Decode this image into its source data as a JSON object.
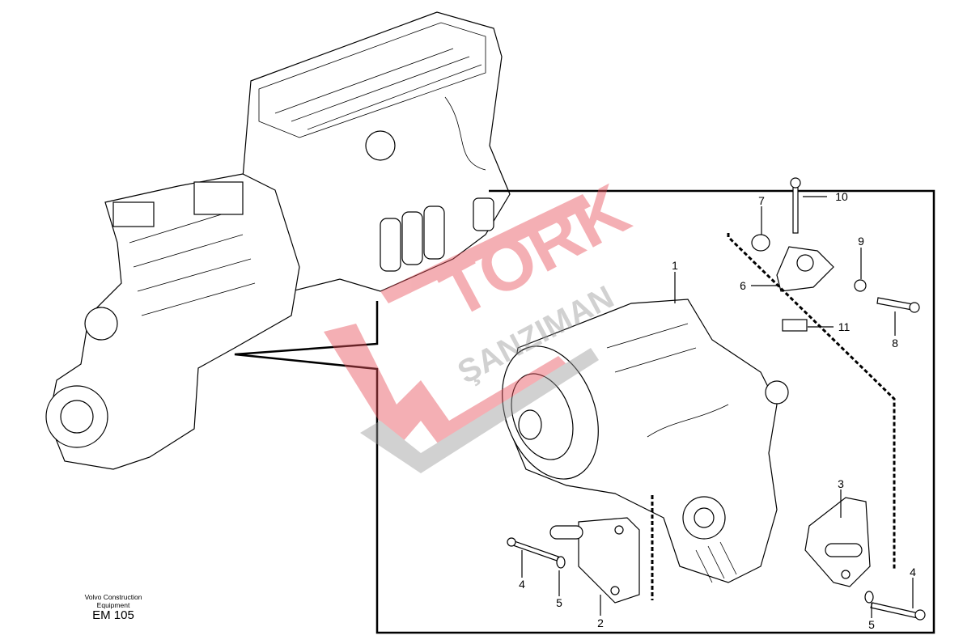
{
  "diagram": {
    "publisher_line1": "Volvo Construction",
    "publisher_line2": "Equipment",
    "code": "EM 105",
    "watermark": {
      "brand": "TORK",
      "sub": "ŞANZIMAN",
      "color": "#e8505a",
      "sub_color": "#9a9a9a"
    },
    "callouts": [
      {
        "id": "c1",
        "text": "1"
      },
      {
        "id": "c2",
        "text": "2"
      },
      {
        "id": "c3",
        "text": "3"
      },
      {
        "id": "c4a",
        "text": "4"
      },
      {
        "id": "c4b",
        "text": "4"
      },
      {
        "id": "c5a",
        "text": "5"
      },
      {
        "id": "c5b",
        "text": "5"
      },
      {
        "id": "c6",
        "text": "6"
      },
      {
        "id": "c7",
        "text": "7"
      },
      {
        "id": "c8",
        "text": "8"
      },
      {
        "id": "c9",
        "text": "9"
      },
      {
        "id": "c10",
        "text": "10"
      },
      {
        "id": "c11",
        "text": "11"
      }
    ]
  }
}
